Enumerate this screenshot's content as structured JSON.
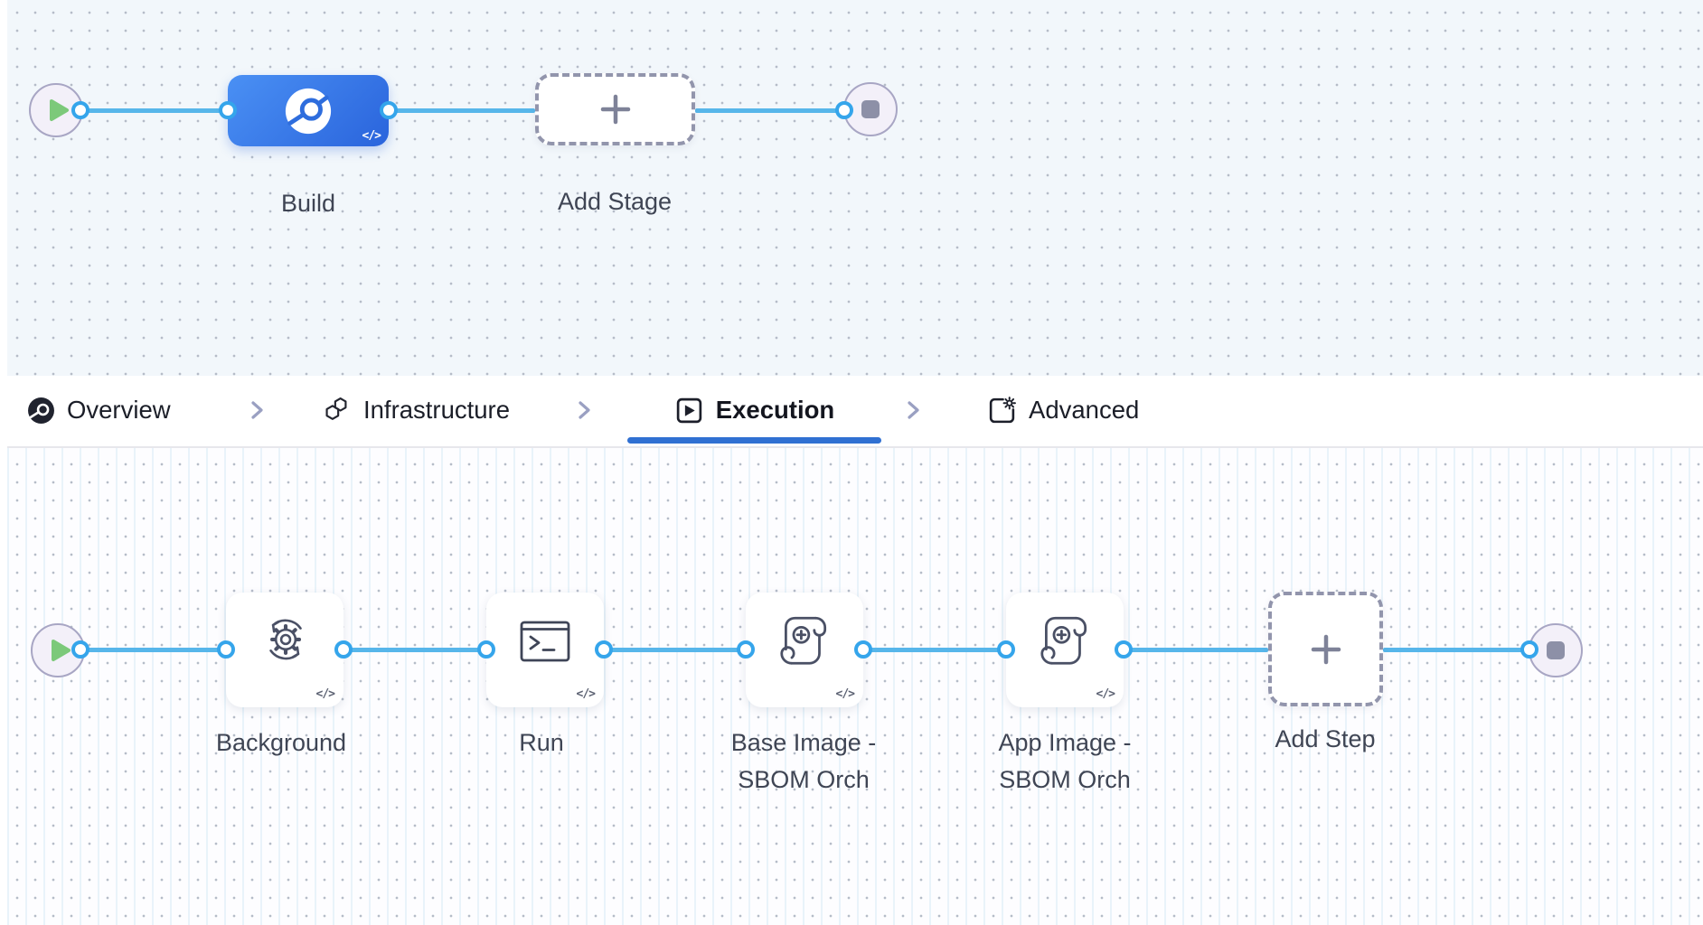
{
  "stage_canvas": {
    "stage_label": "Build",
    "add_stage_label": "Add Stage",
    "code_badge": "</>"
  },
  "tab_bar": {
    "active_tab": "Execution",
    "tabs": [
      {
        "label": "Overview",
        "icon": "stage-disc-icon"
      },
      {
        "label": "Infrastructure",
        "icon": "hexagons-icon"
      },
      {
        "label": "Execution",
        "icon": "play-square-icon"
      },
      {
        "label": "Advanced",
        "icon": "gear-square-icon"
      }
    ]
  },
  "execution_canvas": {
    "code_badge": "</>",
    "add_step_label": "Add Step",
    "steps": [
      {
        "label": "Background",
        "icon": "gear-sync-icon"
      },
      {
        "label": "Run",
        "icon": "terminal-icon"
      },
      {
        "label": "Base Image -\nSBOM Orch",
        "icon": "scroll-plus-icon"
      },
      {
        "label": "App Image -\nSBOM Orch",
        "icon": "scroll-plus-icon"
      }
    ]
  },
  "colors": {
    "accent_blue": "#3070d2",
    "edge_blue": "#57b6ea",
    "port_ring_blue": "#35a5eb",
    "stage_gradient_start": "#4a90f4",
    "stage_gradient_end": "#2a64dc",
    "play_green": "#7cc97a",
    "stop_gray": "#8d90a7",
    "canvas_top_bg": "#f2f7fb",
    "canvas_bottom_bg": "#fdfdff"
  }
}
